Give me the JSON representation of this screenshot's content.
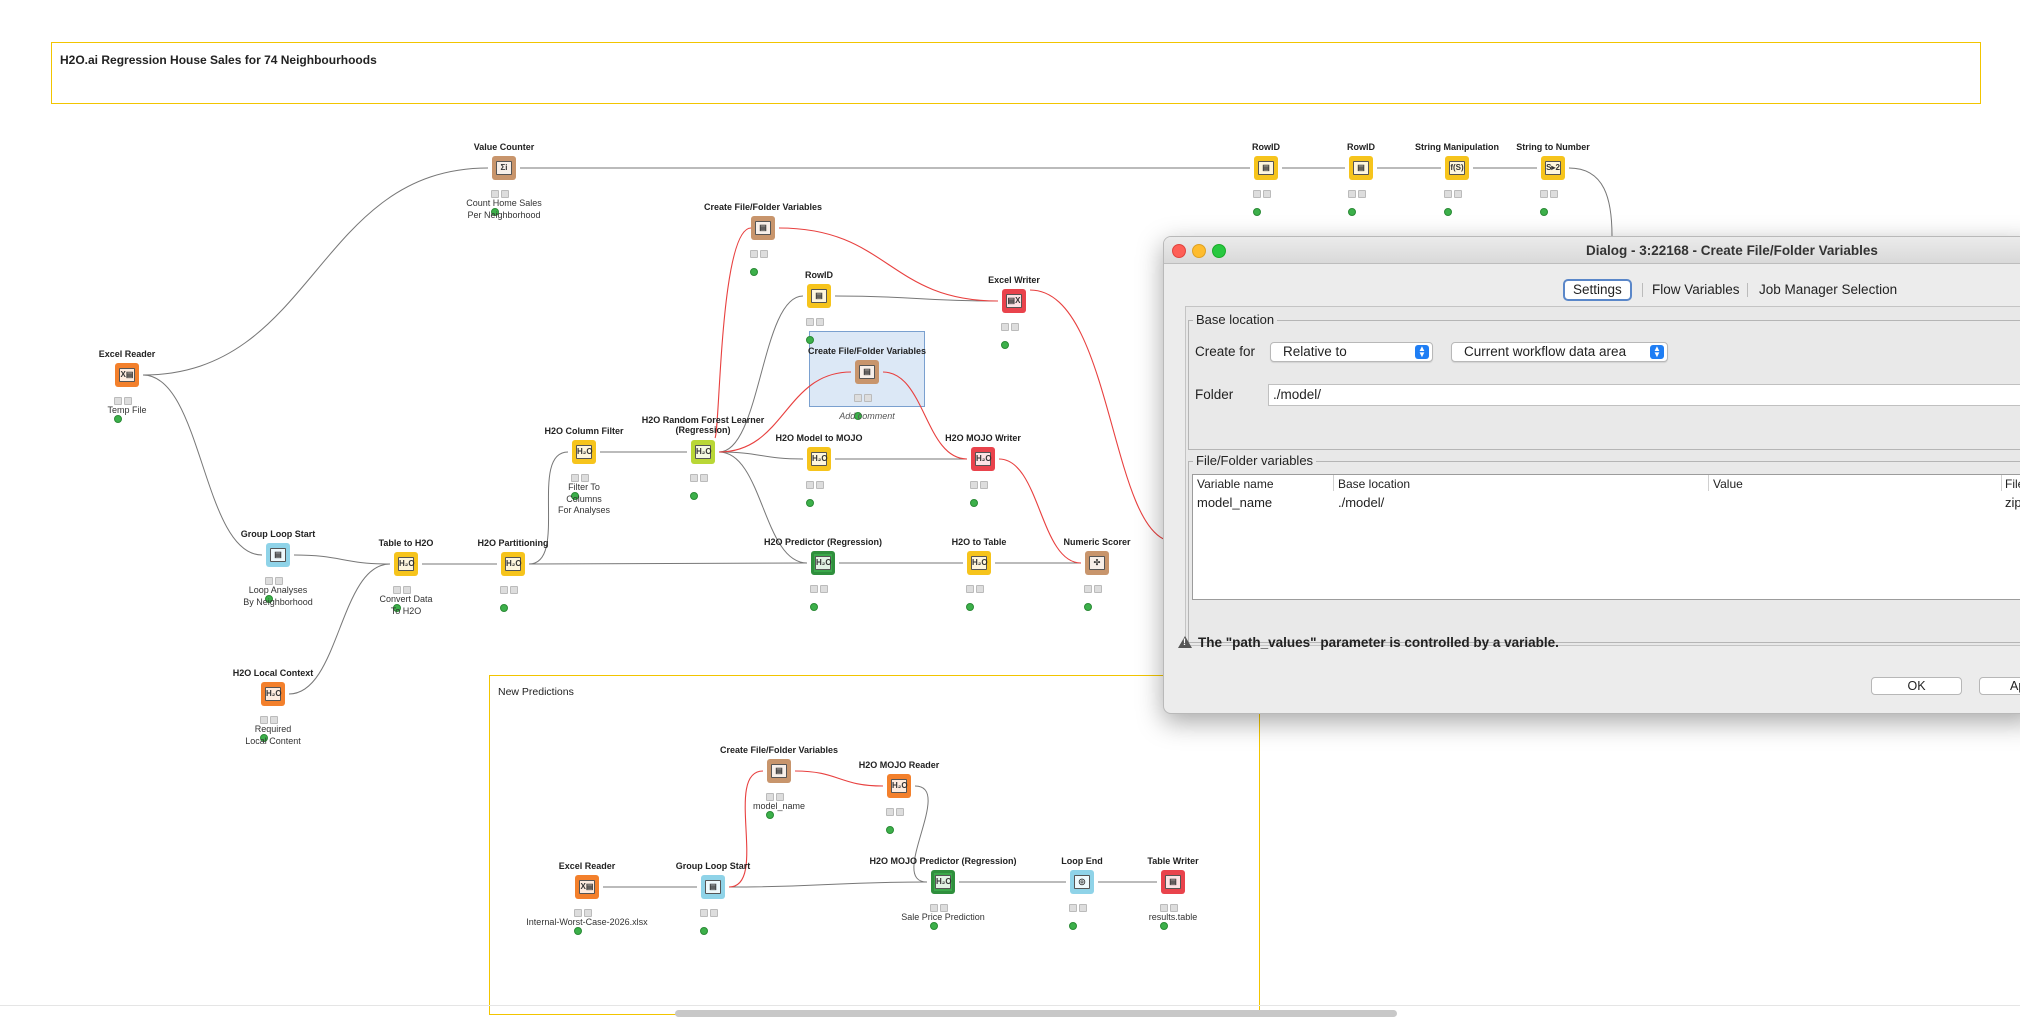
{
  "workflow": {
    "title": "H2O.ai Regression House Sales for 74 Neighbourhoods",
    "new_predictions_title": "New Predictions",
    "add_comment": "Add comment"
  },
  "nodes": [
    {
      "id": "excel_reader",
      "label": "Excel Reader",
      "desc": "Temp File",
      "color": "#f3802c",
      "glyph": "X▤"
    },
    {
      "id": "value_counter",
      "label": "Value Counter",
      "desc": "Count Home Sales\nPer Neighborhood",
      "color": "#c8956c",
      "glyph": "Σi"
    },
    {
      "id": "rowid1",
      "label": "RowID",
      "desc": "",
      "color": "#f6c41c",
      "glyph": "▤"
    },
    {
      "id": "rowid2",
      "label": "RowID",
      "desc": "",
      "color": "#f6c41c",
      "glyph": "▤"
    },
    {
      "id": "string_manipulation",
      "label": "String Manipulation",
      "desc": "",
      "color": "#f6c41c",
      "glyph": "f(S)"
    },
    {
      "id": "string_to_number",
      "label": "String to Number",
      "desc": "",
      "color": "#f6c41c",
      "glyph": "S▸2"
    },
    {
      "id": "create_ffv_top",
      "label": "Create File/Folder Variables",
      "desc": "",
      "color": "#c8956c",
      "glyph": "▤"
    },
    {
      "id": "rowid_mid",
      "label": "RowID",
      "desc": "",
      "color": "#f6c41c",
      "glyph": "▤"
    },
    {
      "id": "excel_writer",
      "label": "Excel Writer",
      "desc": "",
      "color": "#e9434c",
      "glyph": "▤X"
    },
    {
      "id": "create_ffv_sel",
      "label": "Create File/Folder Variables",
      "desc": "",
      "color": "#c8956c",
      "glyph": "▤"
    },
    {
      "id": "group_loop_start",
      "label": "Group Loop Start",
      "desc": "Loop Analyses\nBy Neighborhood",
      "color": "#8fd3e8",
      "glyph": "▤"
    },
    {
      "id": "table_to_h2o",
      "label": "Table to H2O",
      "desc": "Convert Data\nTo H2O",
      "color": "#f6c41c",
      "glyph": "H₂O"
    },
    {
      "id": "h2o_partitioning",
      "label": "H2O Partitioning",
      "desc": "",
      "color": "#f6c41c",
      "glyph": "H₂O"
    },
    {
      "id": "h2o_column_filter",
      "label": "H2O Column Filter",
      "desc": "Filter To\nColumns\nFor Analyses",
      "color": "#f6c41c",
      "glyph": "H₂O"
    },
    {
      "id": "h2o_rf_learner",
      "label": "H2O Random Forest Learner\n(Regression)",
      "desc": "",
      "color": "#b9d736",
      "glyph": "H₂O"
    },
    {
      "id": "h2o_model_to_mojo",
      "label": "H2O Model to MOJO",
      "desc": "",
      "color": "#f6c41c",
      "glyph": "H₂O"
    },
    {
      "id": "h2o_mojo_writer",
      "label": "H2O MOJO Writer",
      "desc": "",
      "color": "#e9434c",
      "glyph": "H₂O"
    },
    {
      "id": "h2o_predictor",
      "label": "H2O Predictor (Regression)",
      "desc": "",
      "color": "#3aa84a",
      "glyph": "H₂O"
    },
    {
      "id": "h2o_to_table",
      "label": "H2O to Table",
      "desc": "",
      "color": "#f6c41c",
      "glyph": "H₂O"
    },
    {
      "id": "numeric_scorer",
      "label": "Numeric Scorer",
      "desc": "",
      "color": "#c8956c",
      "glyph": "✣"
    },
    {
      "id": "h2o_local_context",
      "label": "H2O Local Context",
      "desc": "Required\nLocal Content",
      "color": "#f3802c",
      "glyph": "H₂O"
    },
    {
      "id": "np_create_ffv",
      "label": "Create File/Folder Variables",
      "desc": "model_name",
      "color": "#c8956c",
      "glyph": "▤"
    },
    {
      "id": "np_h2o_mojo_reader",
      "label": "H2O MOJO Reader",
      "desc": "",
      "color": "#f3802c",
      "glyph": "H₂O"
    },
    {
      "id": "np_excel_reader",
      "label": "Excel Reader",
      "desc": "Internal-Worst-Case-2026.xlsx",
      "color": "#f3802c",
      "glyph": "X▤"
    },
    {
      "id": "np_group_loop_start",
      "label": "Group Loop Start",
      "desc": "",
      "color": "#8fd3e8",
      "glyph": "▤"
    },
    {
      "id": "np_h2o_mojo_predictor",
      "label": "H2O MOJO Predictor (Regression)",
      "desc": "Sale Price Prediction",
      "color": "#3aa84a",
      "glyph": "H₂O"
    },
    {
      "id": "np_loop_end",
      "label": "Loop End",
      "desc": "",
      "color": "#8fd3e8",
      "glyph": "◎"
    },
    {
      "id": "np_table_writer",
      "label": "Table Writer",
      "desc": "results.table",
      "color": "#e9434c",
      "glyph": "▤"
    }
  ],
  "dialog": {
    "title": "Dialog - 3:22168 - Create File/Folder Variables",
    "tabs": [
      "Settings",
      "Flow Variables",
      "Job Manager Selection"
    ],
    "base_location": {
      "group_title": "Base location",
      "create_for_label": "Create for",
      "create_for_value": "Relative to",
      "location_value": "Current workflow data area",
      "folder_label": "Folder",
      "folder_value": "./model/"
    },
    "variables": {
      "group_title": "File/Folder variables",
      "columns": [
        "Variable name",
        "Base location",
        "Value",
        "File e"
      ],
      "rows": [
        [
          "model_name",
          "./model/",
          "",
          "zip"
        ]
      ]
    },
    "warning": "The \"path_values\" parameter is controlled by a variable.",
    "ok_label": "OK",
    "apply_label": "Ap"
  }
}
